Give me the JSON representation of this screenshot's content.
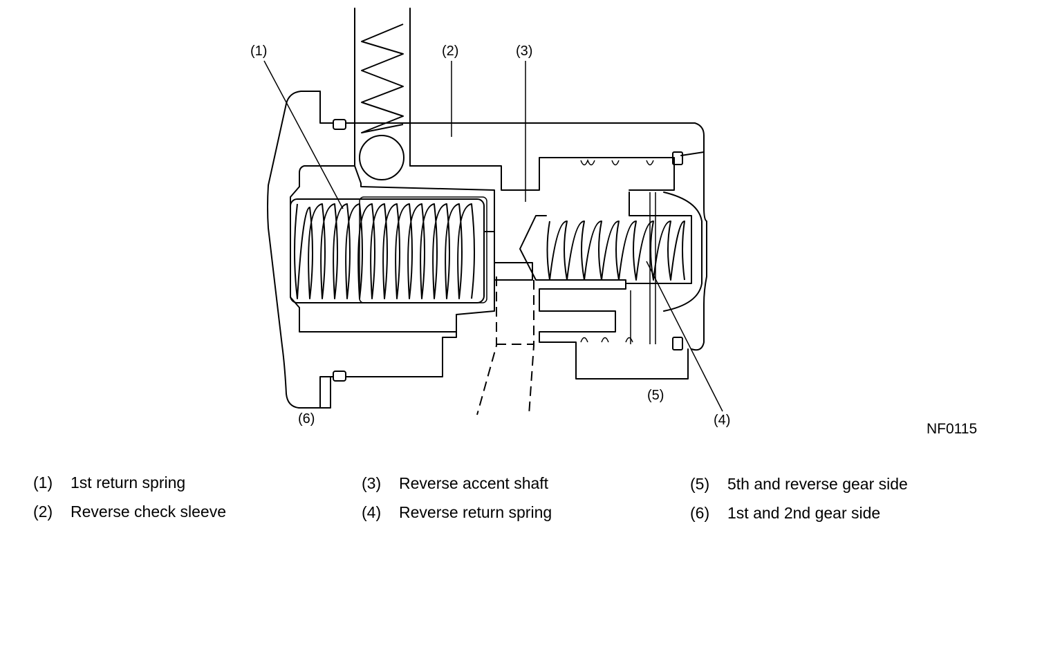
{
  "figure": {
    "code": "NF0115",
    "callouts": [
      "(1)",
      "(2)",
      "(3)",
      "(4)",
      "(5)",
      "(6)"
    ]
  },
  "legend": [
    {
      "num": "(1)",
      "text": "1st return spring"
    },
    {
      "num": "(2)",
      "text": "Reverse check sleeve"
    },
    {
      "num": "(3)",
      "text": "Reverse accent shaft"
    },
    {
      "num": "(4)",
      "text": "Reverse return spring"
    },
    {
      "num": "(5)",
      "text": "5th and reverse gear side"
    },
    {
      "num": "(6)",
      "text": "1st and 2nd gear side"
    }
  ]
}
